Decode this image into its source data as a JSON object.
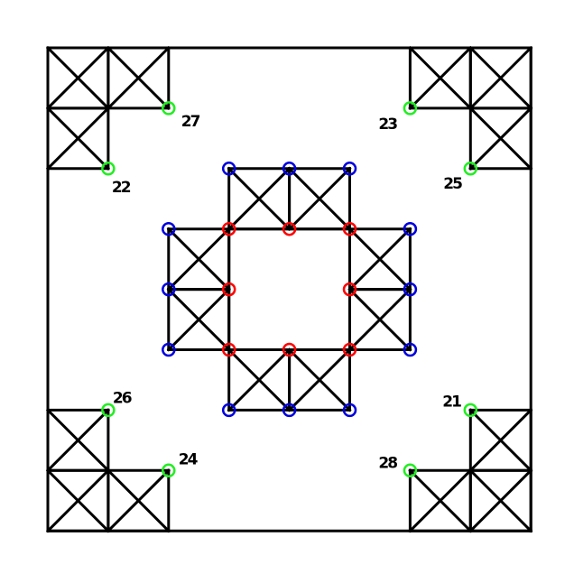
{
  "colors": {
    "edge": "#000000",
    "anchor": "#22ee22",
    "inner_ring": "#ff0000",
    "outer_ring": "#0000dd"
  },
  "anchor_labels": {
    "a21": "21",
    "a22": "22",
    "a23": "23",
    "a24": "24",
    "a25": "25",
    "a26": "26",
    "a27": "27",
    "a28": "28"
  }
}
